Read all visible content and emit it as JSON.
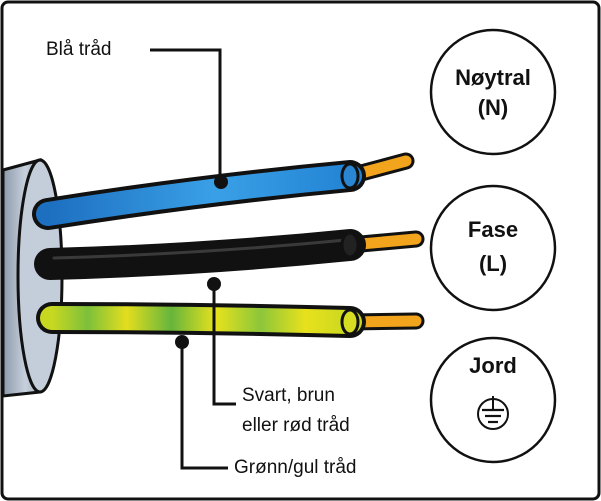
{
  "wires": {
    "blue": {
      "label": "Blå tråd",
      "color": "#2f8fd8"
    },
    "black": {
      "label_line1": "Svart, brun",
      "label_line2": "eller rød tråd",
      "color": "#111111"
    },
    "green_yellow": {
      "label": "Grønn/gul tråd",
      "color_green": "#5db33a",
      "color_yellow": "#e6e21c"
    },
    "conductor_color": "#f2a41c",
    "cable_color": "#a8b4c4"
  },
  "terminals": {
    "neutral": {
      "line1": "Nøytral",
      "line2": "(N)"
    },
    "phase": {
      "line1": "Fase",
      "line2": "(L)"
    },
    "earth": {
      "line1": "Jord",
      "icon": "earth-ground-icon"
    }
  }
}
